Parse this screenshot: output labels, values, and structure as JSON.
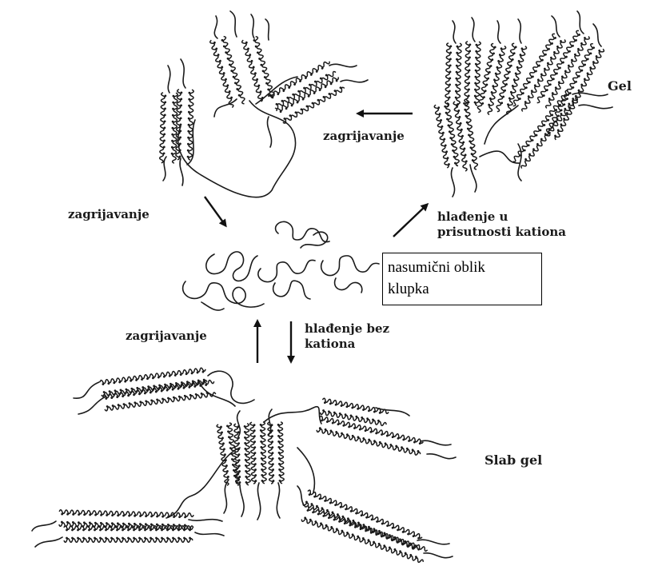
{
  "labels": {
    "gel": "Gel",
    "heating_top": "zagrijavanje",
    "heating_left": "zagrijavanje",
    "cooling_cations_line1": "hlađenje u",
    "cooling_cations_line2": "prisutnosti kationa",
    "heating_bottom": "zagrijavanje",
    "cooling_no_cations_line1": "hlađenje bez",
    "cooling_no_cations_line2": "kationa",
    "weak_gel": "Slab gel"
  },
  "random_coil_box": {
    "line1": "nasumični oblik",
    "line2": "klupka"
  },
  "colors": {
    "ink": "#1a1a1a",
    "background": "#ffffff"
  }
}
